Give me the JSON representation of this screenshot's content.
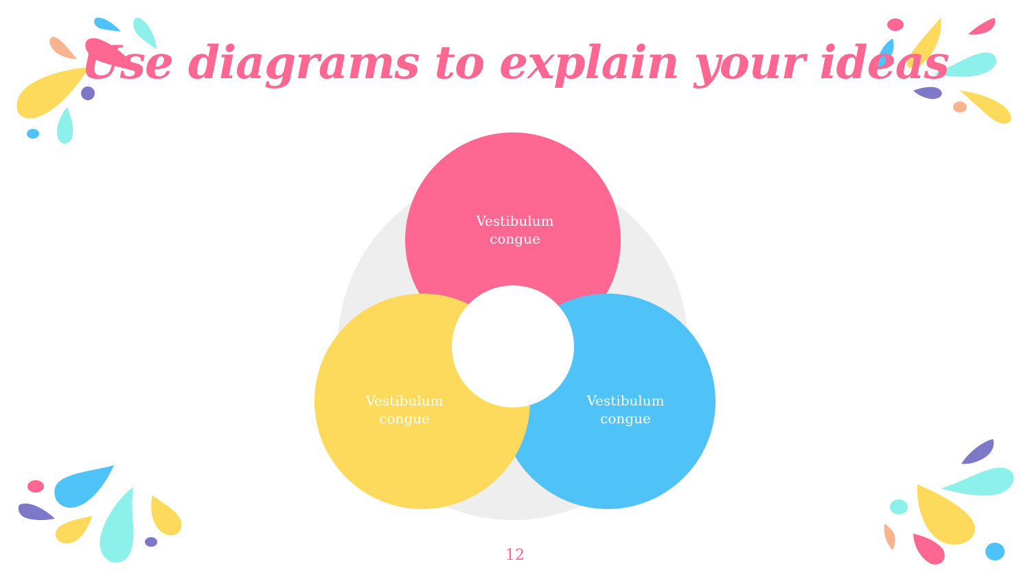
{
  "slide": {
    "title": "Use diagrams to explain your ideas",
    "page_number": "12"
  },
  "diagram": {
    "circles": [
      {
        "id": "top",
        "label_lines": [
          "Vestibulum",
          "congue"
        ],
        "color": "#fe6791"
      },
      {
        "id": "left",
        "label_lines": [
          "Vestibulum",
          "congue"
        ],
        "color": "#fdda5b"
      },
      {
        "id": "right",
        "label_lines": [
          "Vestibulum",
          "congue"
        ],
        "color": "#4fc3f7"
      }
    ],
    "background_disc_color": "#eeeeee",
    "center_color": "#ffffff"
  },
  "decoration": {
    "palette": [
      "#fe6791",
      "#fdda5b",
      "#4fc3f7",
      "#8ef0ea",
      "#7e78c8",
      "#f9b48f"
    ]
  }
}
